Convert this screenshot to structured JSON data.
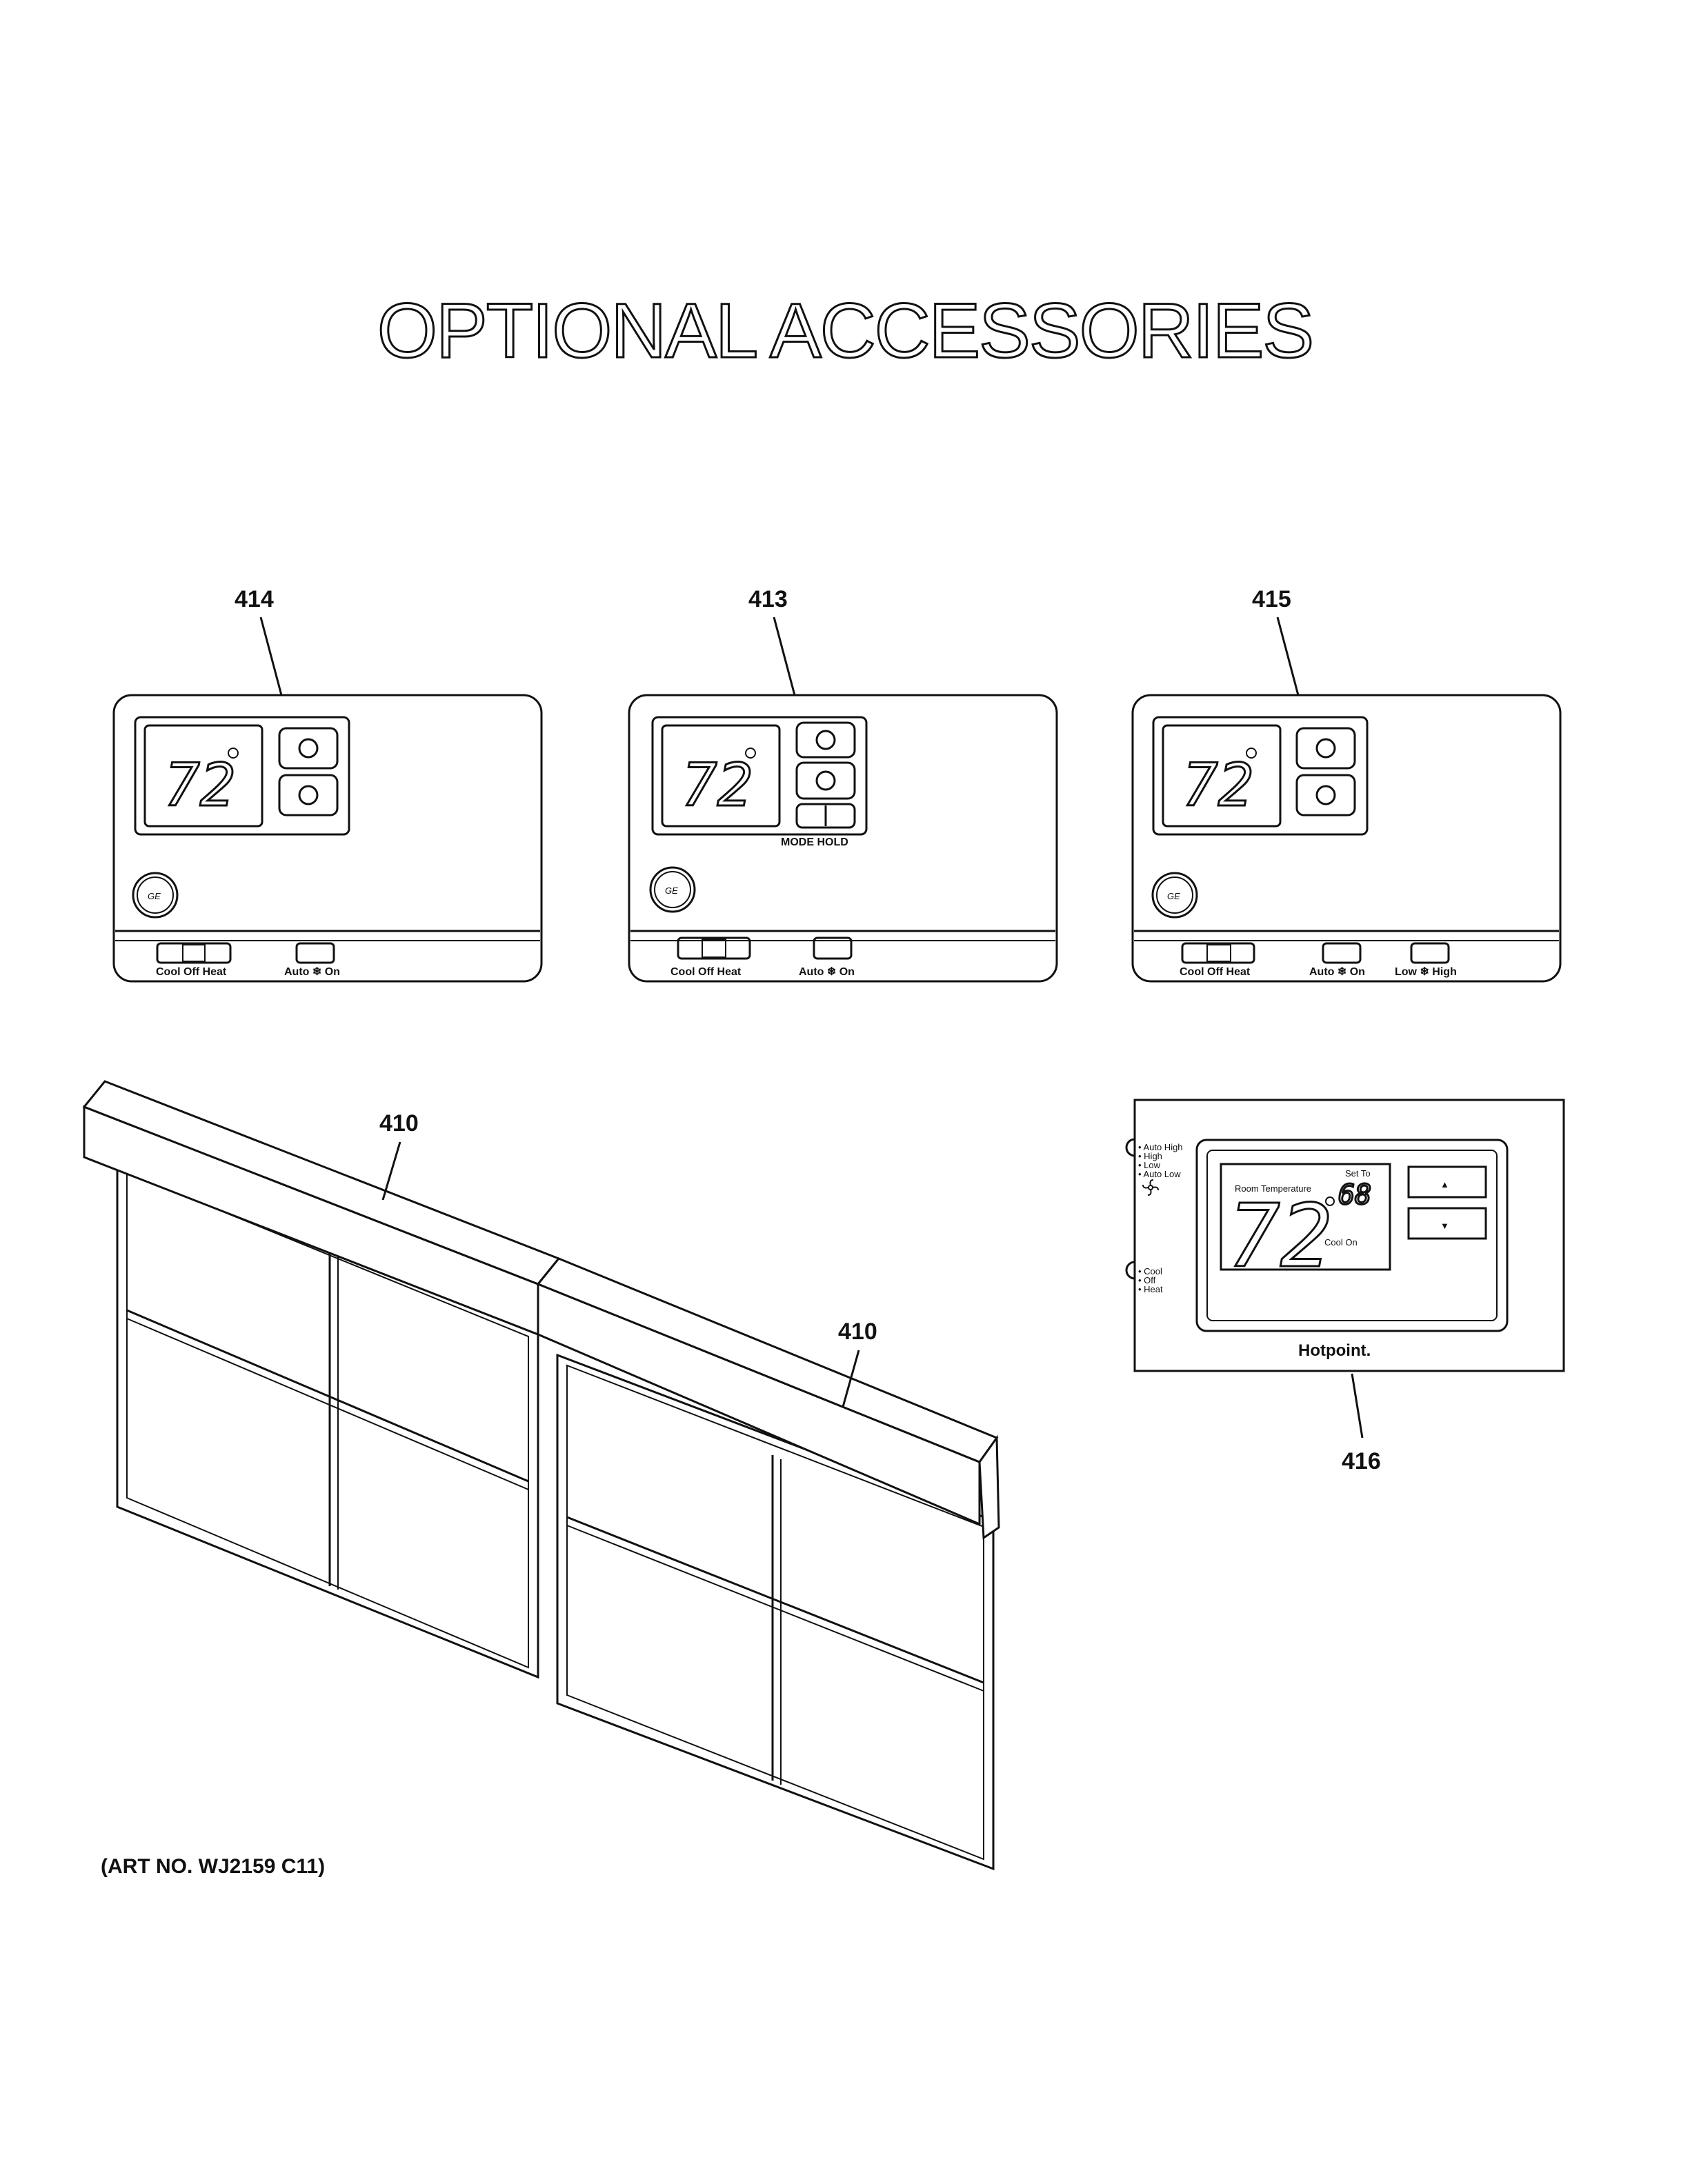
{
  "title": "OPTIONAL ACCESSORIES",
  "art_number": "(ART NO. WJ2159 C11)",
  "parts": [
    {
      "ref": "414",
      "display": "72",
      "switch_labels": [
        "Cool Off Heat",
        "Auto ❄ On"
      ]
    },
    {
      "ref": "413",
      "display": "72",
      "button_caption": "MODE HOLD",
      "switch_labels": [
        "Cool  Off  Heat",
        "Auto ❄ On"
      ]
    },
    {
      "ref": "415",
      "display": "72",
      "switch_labels": [
        "Cool Off Heat",
        "Auto ❄ On",
        "Low ❄ High"
      ]
    },
    {
      "ref": "410"
    },
    {
      "ref": "410"
    },
    {
      "ref": "416",
      "room_label": "Room Temperature",
      "room_temp": "72",
      "set_label": "Set To",
      "set_temp": "68",
      "status": "Cool On",
      "fan_options": [
        "• Auto High",
        "• High",
        "• Low",
        "• Auto Low"
      ],
      "mode_options": [
        "• Cool",
        "• Off",
        "• Heat"
      ],
      "up_button": "▲",
      "down_button": "▼",
      "brand": "Hotpoint."
    }
  ],
  "logo_text": "GE",
  "fan_icon": "fan-icon",
  "colors": {
    "line": "#111111",
    "background": "#ffffff"
  }
}
